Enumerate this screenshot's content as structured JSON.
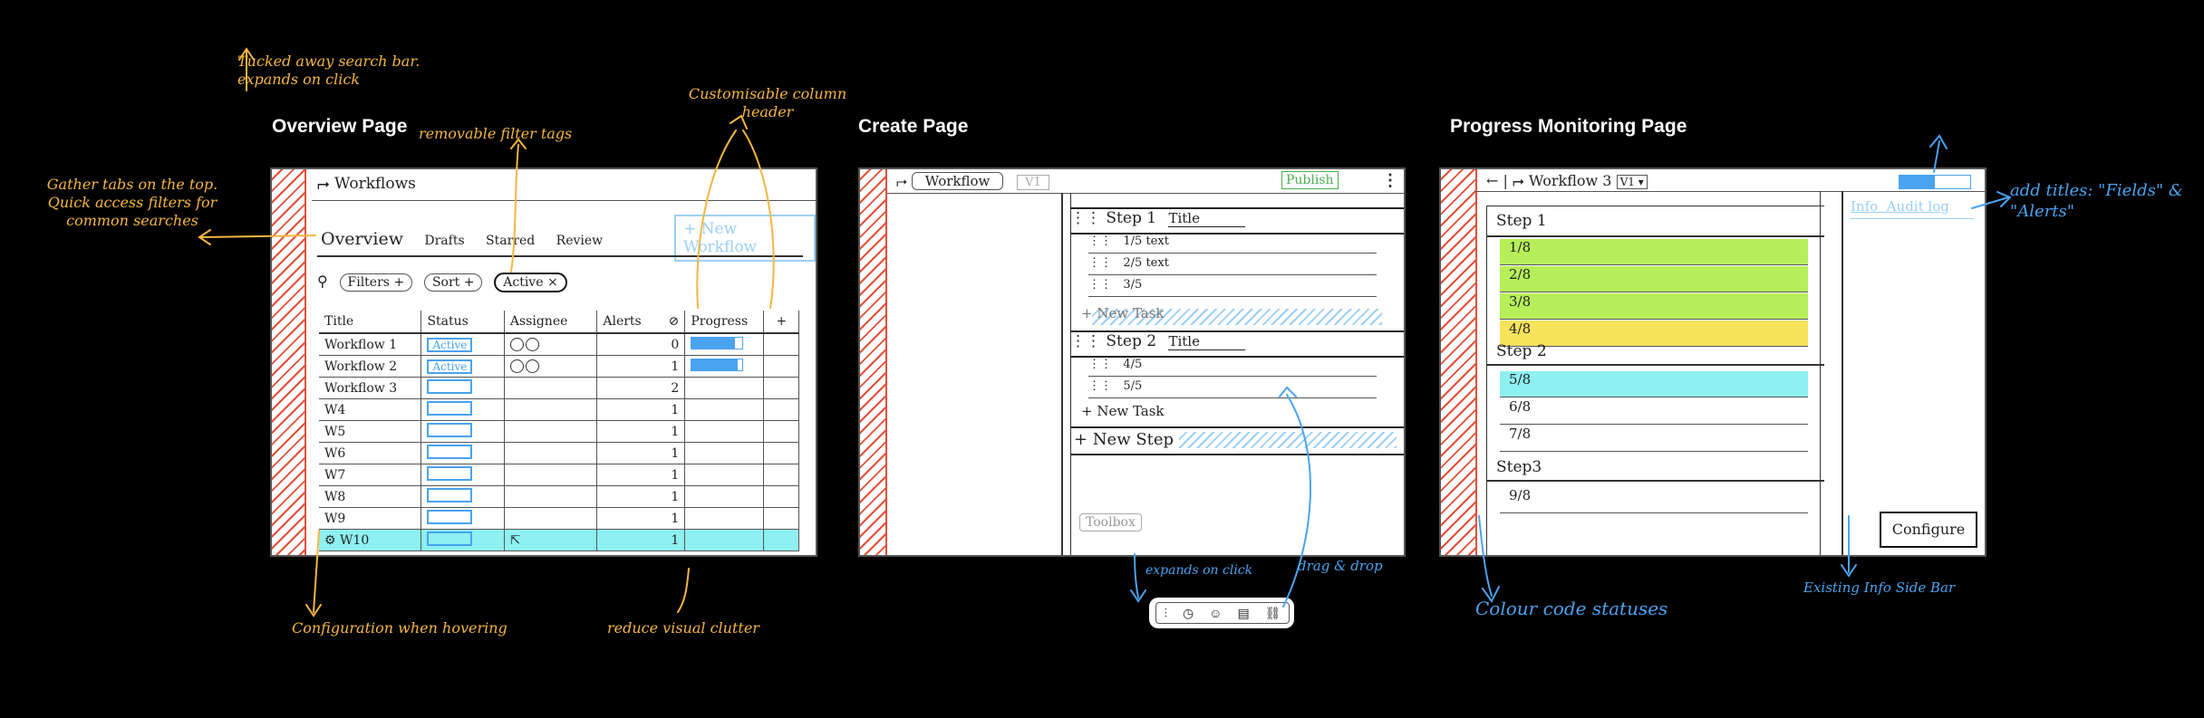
{
  "sections": {
    "overview": "Overview Page",
    "create": "Create Page",
    "progress": "Progress Monitoring Page"
  },
  "overview": {
    "app_title": "Workflows",
    "tabs": [
      "Overview",
      "Drafts",
      "Starred",
      "Review"
    ],
    "new_workflow": "+ New Workflow",
    "filter_chip": "Filters",
    "sort_chip": "Sort",
    "active_tag": "Active ×",
    "plus": "+",
    "columns": [
      "Title",
      "Status",
      "Assignee",
      "Alerts",
      "Progress"
    ],
    "rows": [
      {
        "title": "Workflow 1",
        "status": "Active",
        "alerts": "0",
        "progress": 0.85
      },
      {
        "title": "Workflow 2",
        "status": "Active",
        "alerts": "1",
        "progress": 0.9
      },
      {
        "title": "Workflow 3",
        "status": "",
        "alerts": "2",
        "progress": 0
      },
      {
        "title": "W4",
        "status": "",
        "alerts": "1",
        "progress": 0
      },
      {
        "title": "W5",
        "status": "",
        "alerts": "1",
        "progress": 0
      },
      {
        "title": "W6",
        "status": "",
        "alerts": "1",
        "progress": 0
      },
      {
        "title": "W7",
        "status": "",
        "alerts": "1",
        "progress": 0
      },
      {
        "title": "W8",
        "status": "",
        "alerts": "1",
        "progress": 0
      },
      {
        "title": "W9",
        "status": "",
        "alerts": "1",
        "progress": 0
      },
      {
        "title": "W10",
        "status": "",
        "alerts": "1",
        "progress": 0
      }
    ],
    "hover_color": "#8ef0f0"
  },
  "create": {
    "workflow_tab": "Workflow",
    "version": "V1",
    "publish": "Publish",
    "step1_title": "Step 1",
    "step1_name": "Title",
    "step1_tasks": [
      "1/5  text",
      "2/5  text",
      "3/5"
    ],
    "new_task": "+ New Task",
    "step2_title": "Step 2",
    "step2_name": "Title",
    "step2_tasks": [
      "4/5",
      "5/5"
    ],
    "new_step": "+ New Step",
    "toolbox": "Toolbox"
  },
  "progress": {
    "workflow_name": "Workflow 3",
    "version": "V1",
    "percent": "50%",
    "percent_value": 0.5,
    "side_tabs": "Info  Audit log",
    "step1": "Step 1",
    "step1_rows": [
      {
        "label": "1/8",
        "color": "#b7ef5a"
      },
      {
        "label": "2/8",
        "color": "#b7ef5a"
      },
      {
        "label": "3/8",
        "color": "#b7ef5a"
      },
      {
        "label": "4/8",
        "color": "#f7e35c"
      }
    ],
    "step2": "Step 2",
    "step2_rows": [
      {
        "label": "5/8",
        "color": "#8ef0f0"
      },
      {
        "label": "6/8",
        "color": ""
      },
      {
        "label": "7/8",
        "color": ""
      }
    ],
    "step3": "Step3",
    "step3_rows": [
      {
        "label": "9/8",
        "color": ""
      }
    ],
    "configure": "Configure"
  },
  "annotations": {
    "search_bar": "Tucked away search bar. expands on click",
    "filter_tags": "removable filter tags",
    "column_header": "Customisable column header",
    "gather_tabs": "Gather tabs on the top. Quick access filters for common searches",
    "config_hover": "Configuration when hovering",
    "visual_clutter": "reduce visual clutter",
    "expands_click": "expands on click",
    "drag_drop": "drag & drop",
    "colour_code": "Colour code statuses",
    "info_sidebar": "Existing Info Side Bar",
    "add_titles": "add titles: \"Fields\" & \"Alerts\""
  }
}
